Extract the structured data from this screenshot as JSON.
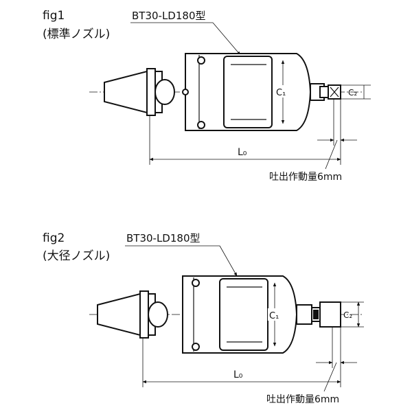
{
  "fig1": {
    "label": "fig1",
    "subtitle": "(標準ノズル)",
    "model": "BT30-LD180型",
    "dim_C1": "C₁",
    "dim_C2": "C₂",
    "dim_L0": "L₀",
    "stroke_note": "吐出作動量6mm"
  },
  "fig2": {
    "label": "fig2",
    "subtitle": "(大径ノズル)",
    "model": "BT30-LD180型",
    "dim_C1": "C₁",
    "dim_C2": "C₂",
    "dim_L0": "L₀",
    "stroke_note": "吐出作動量6mm"
  }
}
